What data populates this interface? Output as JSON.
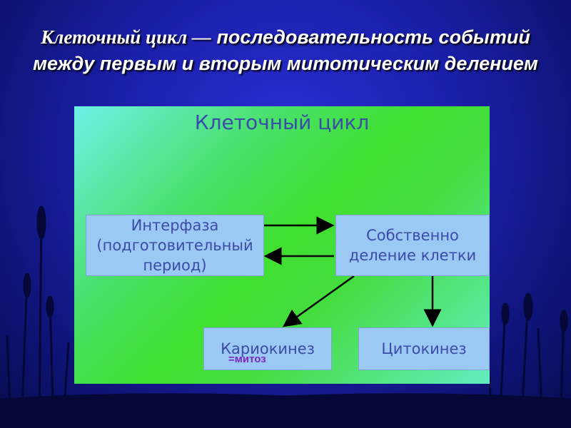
{
  "slide": {
    "title_lead": "Клеточный цикл —",
    "title_rest": " последовательность событий между первым и вторым митотическим делением"
  },
  "diagram": {
    "title": "Клеточный цикл",
    "interphase": "Интерфаза (подготовительный период)",
    "cell_division": "Собственно деление клетки",
    "karyokinesis": "Кариокинез",
    "cytokinesis": "Цитокинез",
    "karyokinesis_note": "=митоз"
  },
  "colors": {
    "background": "#1a1fa8",
    "box_fill": "#9cc8f4",
    "box_text": "#3a4ca8",
    "note_text": "#7a28c0"
  }
}
